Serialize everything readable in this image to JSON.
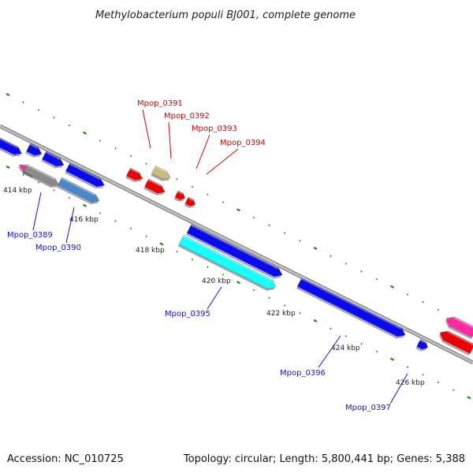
{
  "title": "Methylobacterium populi BJ001, complete genome",
  "footer": {
    "accession": "Accession: NC_010725",
    "topology": "Topology: circular; Length: 5,800,441 bp; Genes: 5,388"
  },
  "scale_labels": [
    "414 kbp",
    "416 kbp",
    "418 kbp",
    "420 kbp",
    "422 kbp",
    "424 kbp",
    "426 kbp"
  ],
  "gene_labels": [
    {
      "text": "Mpop_0391",
      "color": "#dd0000"
    },
    {
      "text": "Mpop_0392",
      "color": "#dd0000"
    },
    {
      "text": "Mpop_0393",
      "color": "#dd0000"
    },
    {
      "text": "Mpop_0394",
      "color": "#dd0000"
    },
    {
      "text": "Mpop_0389",
      "color": "#1515c8"
    },
    {
      "text": "Mpop_0390",
      "color": "#1515c8"
    },
    {
      "text": "Mpop_0395",
      "color": "#1515c8"
    },
    {
      "text": "Mpop_0396",
      "color": "#1515c8"
    },
    {
      "text": "Mpop_0397",
      "color": "#1515c8"
    }
  ],
  "colors": {
    "backbone": "#8c8c8c",
    "tick": "#1a8a1a",
    "blue": "#0a0aee",
    "red": "#ee0000",
    "cyan": "#19ffff",
    "khaki": "#c8bd7c",
    "gray": "#8a8a8a",
    "steel": "#4a86c8",
    "pink": "#ff2aa0"
  }
}
